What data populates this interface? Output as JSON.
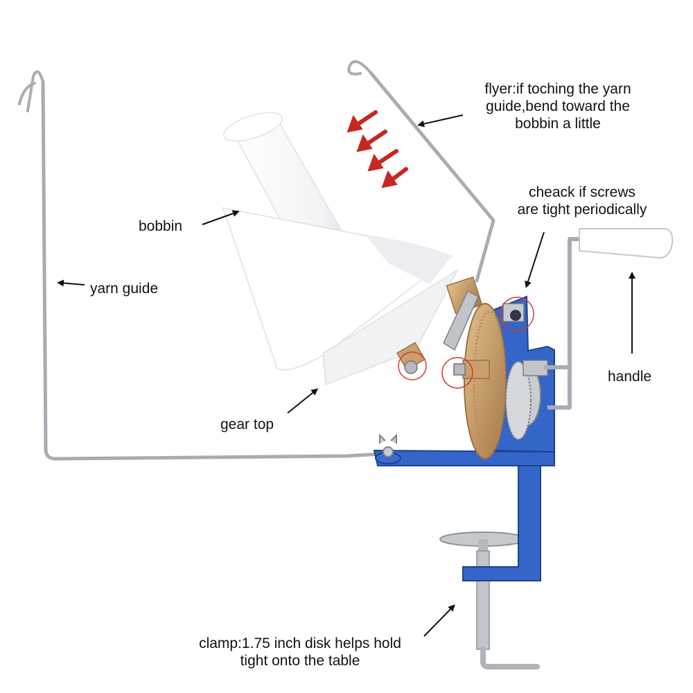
{
  "labels": {
    "flyer": [
      "flyer:if toching the yarn",
      "guide,bend toward the",
      "bobbin a little"
    ],
    "screws": [
      "cheack if screws",
      "are tight periodically"
    ],
    "bobbin": "bobbin",
    "yarn_guide": "yarn guide",
    "handle": "handle",
    "gear_top": "gear top",
    "clamp": [
      "clamp:1.75 inch disk helps hold",
      "tight onto the table"
    ]
  },
  "colors": {
    "metal": "#b9bcc2",
    "metal_dark": "#7d8188",
    "bracket": "#2f5fc2",
    "bracket_dark": "#1f418f",
    "brass": "#c9a06b",
    "brass_dark": "#9a7140",
    "plastic": "#ffffff",
    "plastic_shade": "#e3e6ea",
    "arrow_red": "#c6281f",
    "highlight_circle": "#d63b32",
    "text": "#111111"
  }
}
